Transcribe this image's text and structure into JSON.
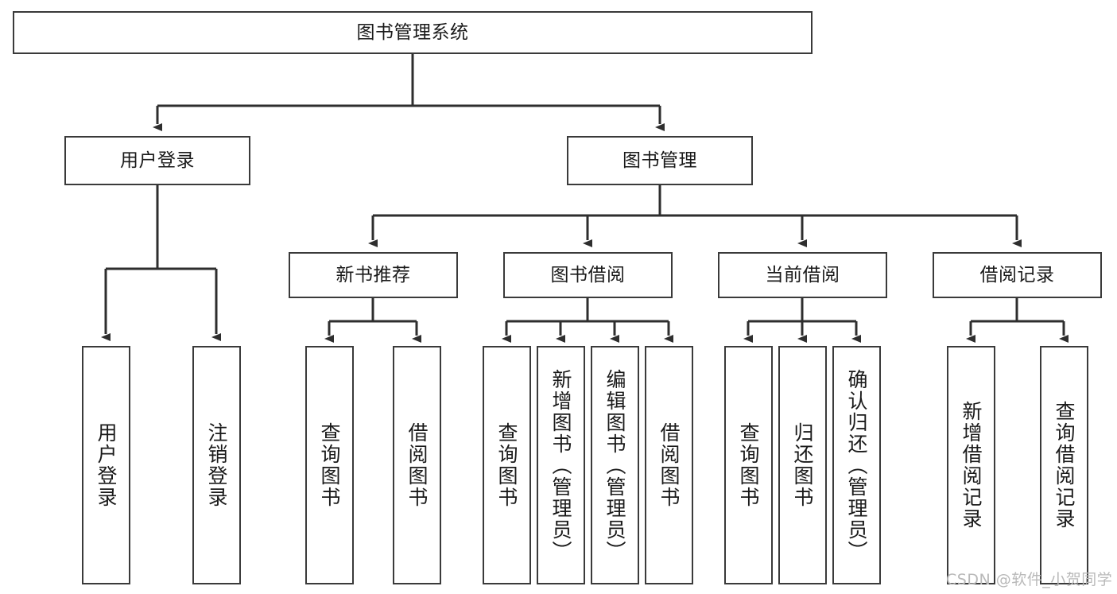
{
  "diagram": {
    "title": "图书管理系统",
    "type": "functional-structure-tree",
    "root": {
      "id": "root",
      "label": "图书管理系统"
    },
    "level2": [
      {
        "id": "user-login",
        "label": "用户登录"
      },
      {
        "id": "book-manage",
        "label": "图书管理"
      }
    ],
    "level3": [
      {
        "id": "new-book-rec",
        "label": "新书推荐",
        "parent": "book-manage"
      },
      {
        "id": "book-borrow",
        "label": "图书借阅",
        "parent": "book-manage"
      },
      {
        "id": "current-borrow",
        "label": "当前借阅",
        "parent": "book-manage"
      },
      {
        "id": "borrow-record",
        "label": "借阅记录",
        "parent": "book-manage"
      }
    ],
    "leaves": [
      {
        "id": "leaf-user-login",
        "label": "用户登录",
        "parent": "user-login"
      },
      {
        "id": "leaf-user-logout",
        "label": "注销登录",
        "parent": "user-login"
      },
      {
        "id": "leaf-query-book-1",
        "label": "查询图书",
        "parent": "new-book-rec"
      },
      {
        "id": "leaf-borrow-book-1",
        "label": "借阅图书",
        "parent": "new-book-rec"
      },
      {
        "id": "leaf-query-book-2",
        "label": "查询图书",
        "parent": "book-borrow"
      },
      {
        "id": "leaf-add-book",
        "label": "新增图书（管理员）",
        "parent": "book-borrow"
      },
      {
        "id": "leaf-edit-book",
        "label": "编辑图书（管理员）",
        "parent": "book-borrow"
      },
      {
        "id": "leaf-borrow-book-2",
        "label": "借阅图书",
        "parent": "book-borrow"
      },
      {
        "id": "leaf-query-book-3",
        "label": "查询图书",
        "parent": "current-borrow"
      },
      {
        "id": "leaf-return-book",
        "label": "归还图书",
        "parent": "current-borrow"
      },
      {
        "id": "leaf-confirm-return",
        "label": "确认归还（管理员）",
        "parent": "current-borrow"
      },
      {
        "id": "leaf-add-record",
        "label": "新增借阅记录",
        "parent": "borrow-record"
      },
      {
        "id": "leaf-query-record",
        "label": "查询借阅记录",
        "parent": "borrow-record"
      }
    ]
  },
  "watermark": {
    "text": "CSDN @软件_小贺同学"
  },
  "colors": {
    "border": "#3a3a3a",
    "text": "#1a1a1a",
    "background": "#ffffff",
    "connector": "#2e2e2e",
    "watermark": "#b9b9b9"
  }
}
